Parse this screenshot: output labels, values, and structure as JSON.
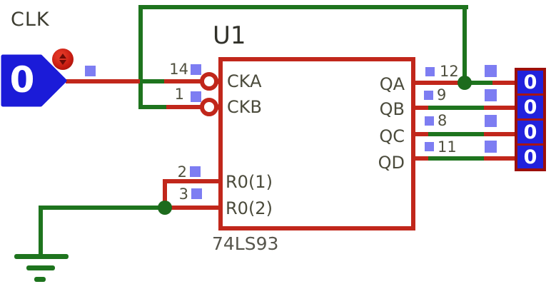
{
  "clock_input": {
    "net_label": "CLK",
    "value": "0"
  },
  "chip": {
    "refdes": "U1",
    "part_number": "74LS93",
    "left_pins": [
      {
        "number": "14",
        "label": "CKA"
      },
      {
        "number": "1",
        "label": "CKB"
      },
      {
        "number": "2",
        "label": "R0(1)"
      },
      {
        "number": "3",
        "label": "R0(2)"
      }
    ],
    "right_pins": [
      {
        "number": "12",
        "label": "QA"
      },
      {
        "number": "9",
        "label": "QB"
      },
      {
        "number": "8",
        "label": "QC"
      },
      {
        "number": "11",
        "label": "QD"
      }
    ]
  },
  "probes": {
    "values": [
      "0",
      "0",
      "0",
      "0"
    ]
  },
  "colors": {
    "wire_red": "#c1271b",
    "wire_green": "#1e741e",
    "component_blue": "#1b1bd8",
    "probe_blue": "#2121dc",
    "probe_border": "#9c0f0a",
    "pin_marker_blue": "#7d7df2",
    "toggle_red": "#c41a10"
  }
}
